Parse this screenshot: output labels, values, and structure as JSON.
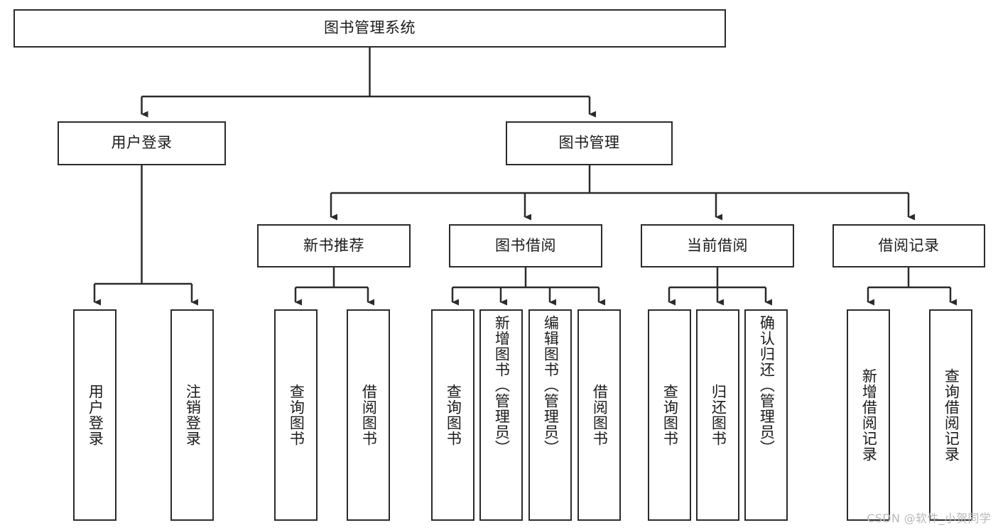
{
  "diagram": {
    "title": "图书管理系统",
    "type": "tree-hierarchy-chart",
    "watermark": "CSDN @软件_小贺同学",
    "colors": {
      "box_border": "#2b2b2b",
      "box_fill": "#ffffff",
      "connector": "#2b2b2b",
      "text": "#1b1b1b",
      "watermark": "#b9b9b9",
      "background": "#ffffff"
    },
    "root": {
      "label": "图书管理系统"
    },
    "level2": [
      {
        "id": "user-login",
        "label": "用户登录"
      },
      {
        "id": "book-management",
        "label": "图书管理"
      }
    ],
    "level3": [
      {
        "id": "new-book-recommend",
        "label": "新书推荐",
        "parent": "book-management"
      },
      {
        "id": "book-borrow",
        "label": "图书借阅",
        "parent": "book-management"
      },
      {
        "id": "current-borrow",
        "label": "当前借阅",
        "parent": "book-management"
      },
      {
        "id": "borrow-record",
        "label": "借阅记录",
        "parent": "book-management"
      }
    ],
    "leaves": {
      "user-login": [
        {
          "id": "leaf-user-login",
          "label": "用户登录"
        },
        {
          "id": "leaf-logout-login",
          "label": "注销登录"
        }
      ],
      "new-book-recommend": [
        {
          "id": "leaf-query-book-1",
          "label": "查询图书"
        },
        {
          "id": "leaf-borrow-book-1",
          "label": "借阅图书"
        }
      ],
      "book-borrow": [
        {
          "id": "leaf-query-book-2",
          "label": "查询图书"
        },
        {
          "id": "leaf-add-book",
          "label": "新增图书（管理员）"
        },
        {
          "id": "leaf-edit-book",
          "label": "编辑图书（管理员）"
        },
        {
          "id": "leaf-borrow-book-2",
          "label": "借阅图书"
        }
      ],
      "current-borrow": [
        {
          "id": "leaf-query-book-3",
          "label": "查询图书"
        },
        {
          "id": "leaf-return-book",
          "label": "归还图书"
        },
        {
          "id": "leaf-confirm-return",
          "label": "确认归还（管理员）"
        }
      ],
      "borrow-record": [
        {
          "id": "leaf-add-record",
          "label": "新增借阅记录"
        },
        {
          "id": "leaf-query-record",
          "label": "查询借阅记录"
        }
      ]
    }
  }
}
